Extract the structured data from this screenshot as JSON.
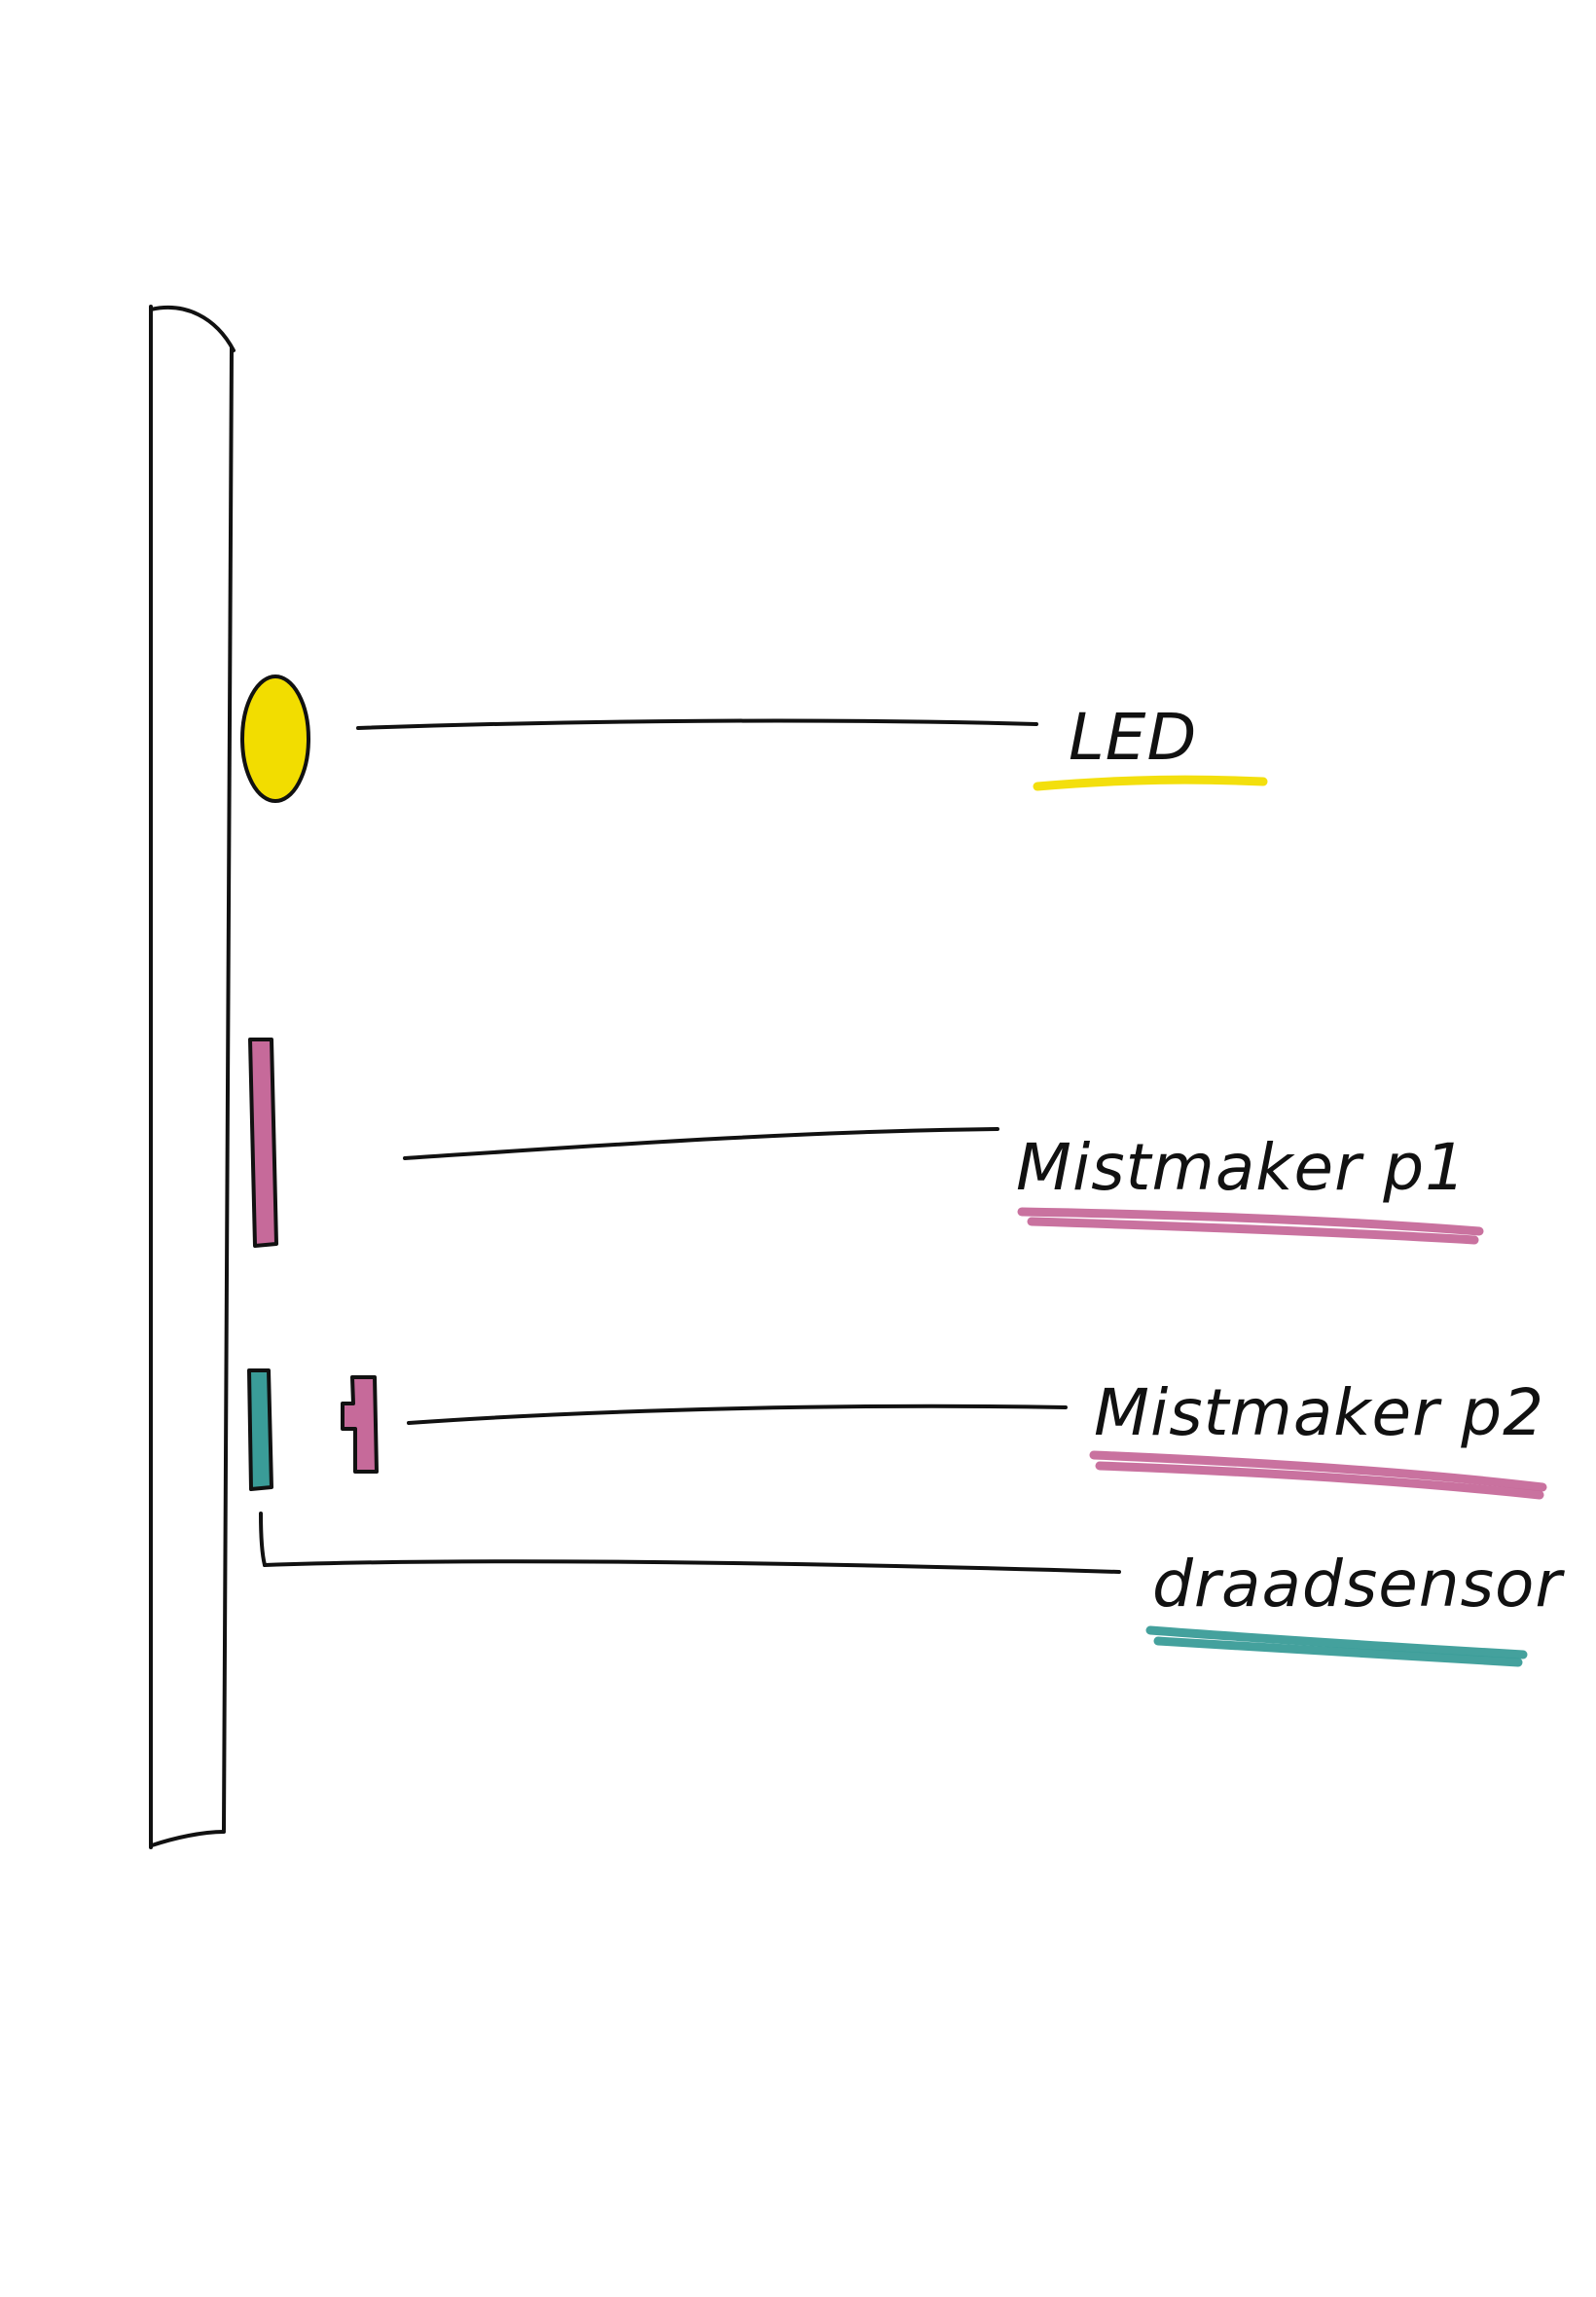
{
  "diagram": {
    "colors": {
      "ink": "#111111",
      "led": "#f2dd00",
      "mistmaker": "#c66a9a",
      "sensor": "#3a9c98",
      "background": "#ffffff"
    },
    "labels": {
      "led": "LED",
      "mistmaker_p1": "Mistmaker p1",
      "mistmaker_p2": "Mistmaker p2",
      "sensor": "draadsensor"
    }
  }
}
